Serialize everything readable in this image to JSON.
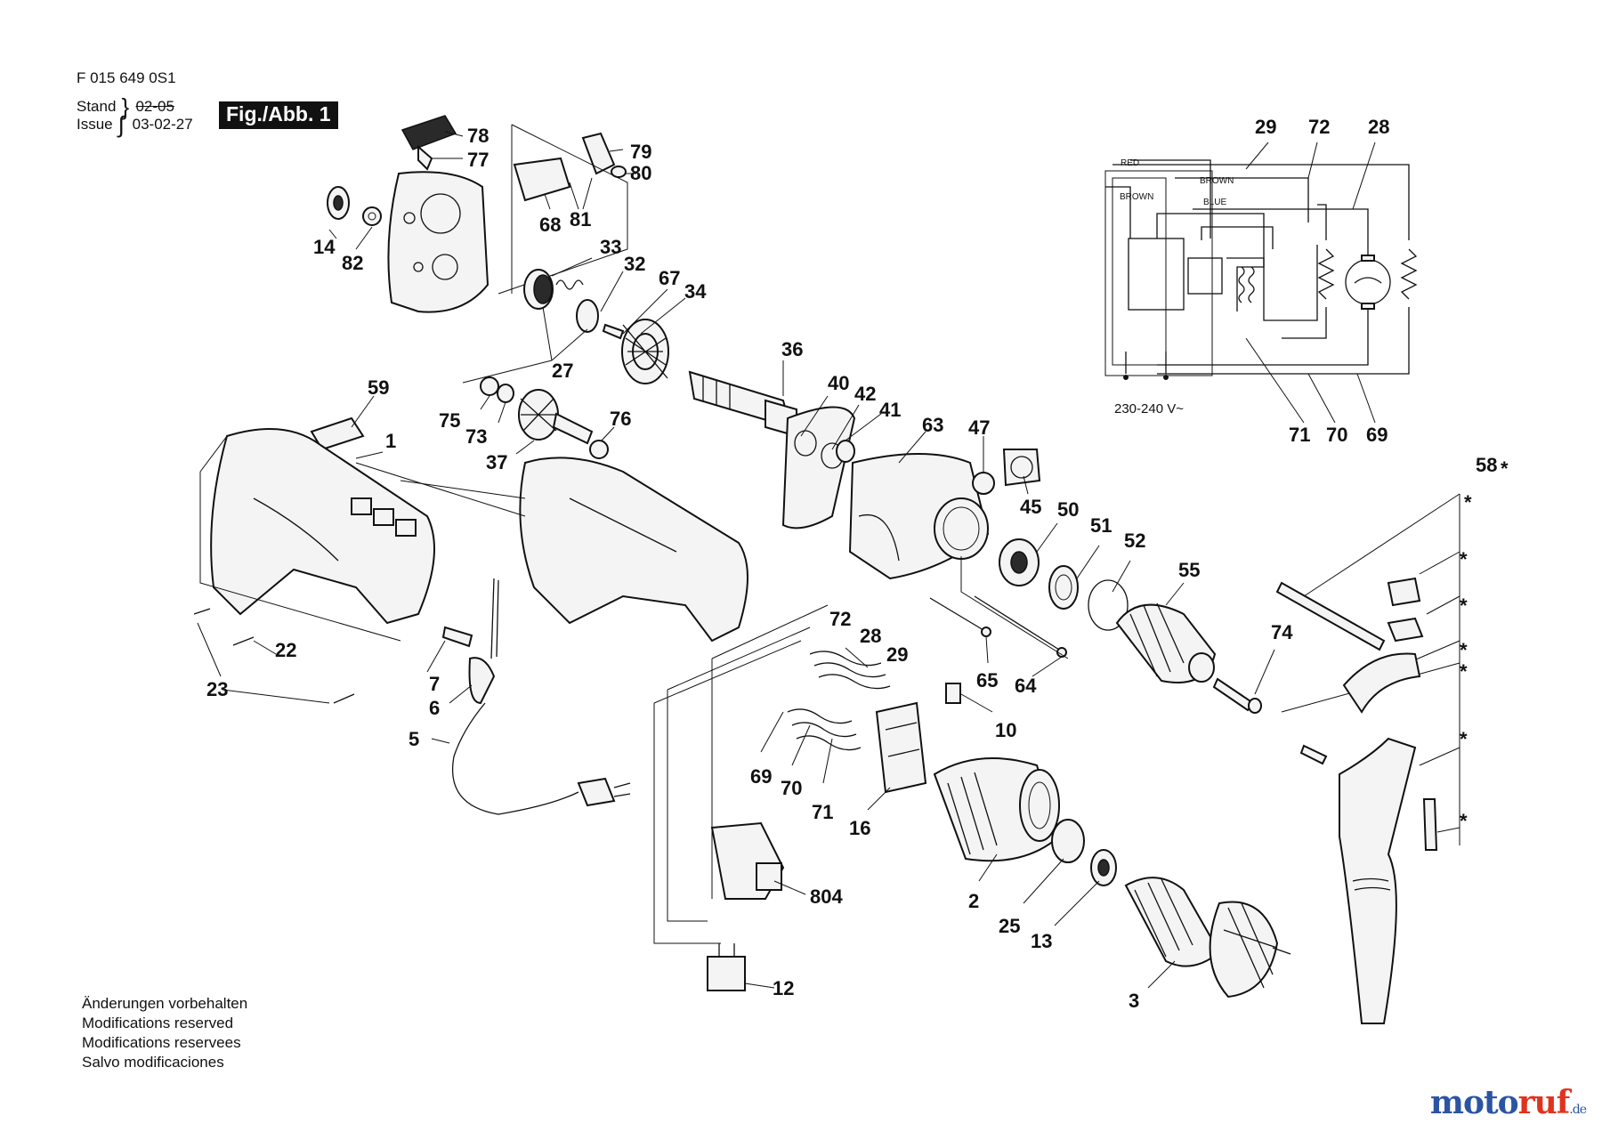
{
  "header": {
    "doc_code": "F 015 649 0S1",
    "stand_label": "Stand",
    "stand_value": "02-05",
    "issue_label": "Issue",
    "issue_value": "03-02-27",
    "figure_label": "Fig./Abb. 1"
  },
  "notes": [
    "Änderungen vorbehalten",
    "Modifications reserved",
    "Modifications reservees",
    "Salvo modificaciones"
  ],
  "brand": {
    "name_blue": "moto",
    "name_red": "ruf",
    "tld": ".de"
  },
  "wiring": {
    "labels": {
      "red": "RED",
      "brown1": "BROWN",
      "brown2": "BROWN",
      "blue": "BLUE"
    },
    "voltage": "230-240 V~",
    "callouts": {
      "c29": "29",
      "c72": "72",
      "c28": "28",
      "c71": "71",
      "c70": "70",
      "c69": "69"
    }
  },
  "callouts": {
    "p78": "78",
    "p77": "77",
    "p79": "79",
    "p80": "80",
    "p68": "68",
    "p81": "81",
    "p14": "14",
    "p82": "82",
    "p33": "33",
    "p32": "32",
    "p67": "67",
    "p34": "34",
    "p27": "27",
    "p36": "36",
    "p59": "59",
    "p75": "75",
    "p73": "73",
    "p37": "37",
    "p76": "76",
    "p40": "40",
    "p42": "42",
    "p41": "41",
    "p63": "63",
    "p47": "47",
    "p45": "45",
    "p1": "1",
    "p50": "50",
    "p51": "51",
    "p52": "52",
    "p55": "55",
    "p58": "58",
    "p58star": "*",
    "s1": "*",
    "s2": "*",
    "s3": "*",
    "s4": "*",
    "s5": "*",
    "s6": "*",
    "s7": "*",
    "p22": "22",
    "p23": "23",
    "p7": "7",
    "p6": "6",
    "p5": "5",
    "p72": "72",
    "p28": "28",
    "p29": "29",
    "p65": "65",
    "p64": "64",
    "p74": "74",
    "p10": "10",
    "p69": "69",
    "p70": "70",
    "p71": "71",
    "p16": "16",
    "p2": "2",
    "p25": "25",
    "p13": "13",
    "p804": "804",
    "p12": "12",
    "p3": "3"
  }
}
